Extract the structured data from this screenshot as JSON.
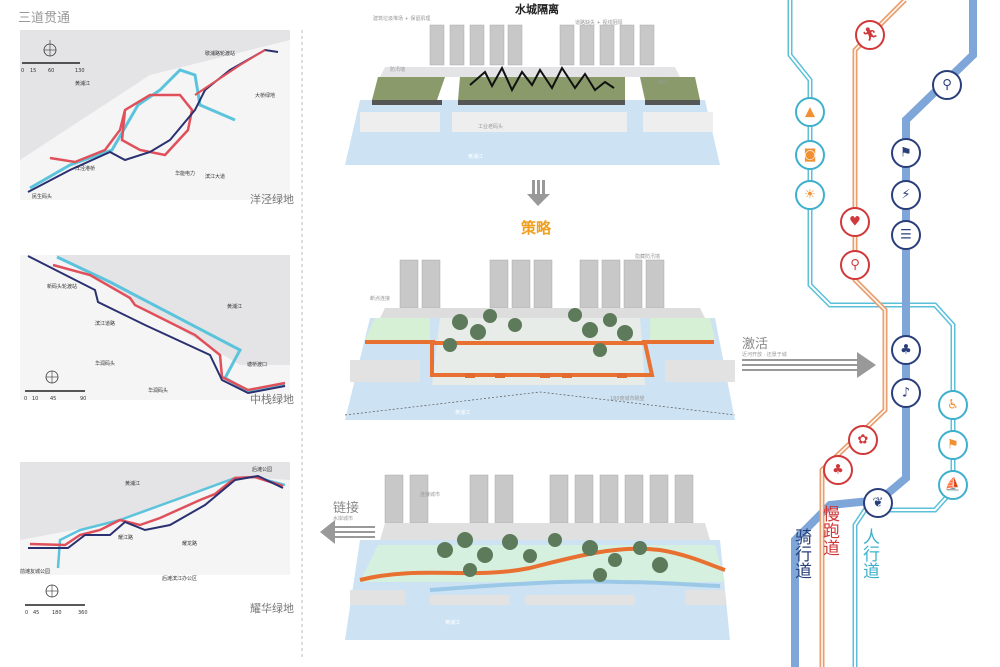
{
  "left": {
    "heading": "三道贯通",
    "map1": {
      "name": "洋泾绿地",
      "scale": [
        "0",
        "15",
        "60",
        "130"
      ],
      "labels": [
        "黄浦江",
        "歇浦路轮渡站",
        "大桥绿地",
        "洋泾港桥",
        "华能电力",
        "滨江大道",
        "民生码头"
      ]
    },
    "map2": {
      "name": "中栈绿地",
      "scale": [
        "0",
        "10",
        "45",
        "90"
      ],
      "labels": [
        "新码头轮渡站",
        "黄浦江",
        "滨江道路",
        "华润码头",
        "华润码头",
        "塘桥渡口"
      ]
    },
    "map3": {
      "name": "耀华绿地",
      "scale": [
        "0",
        "45",
        "180",
        "360"
      ],
      "labels": [
        "黄浦江",
        "后滩公园",
        "耀江路",
        "耀龙路",
        "前滩友城公园",
        "后滩滨江办公区"
      ]
    }
  },
  "center": {
    "d1": {
      "title": "水城隔离",
      "note_left": "建筑垃圾堆场 + 保留肌理",
      "note_right": "道路缺失 + 视线阻隔",
      "wall": "防汛墙",
      "green": "新绿",
      "dock": "工业老码头",
      "river": "黄浦江"
    },
    "strategy": "策略",
    "d2": {
      "note_top": "隐藏防汛墙",
      "note_left": "断点连接",
      "view": "180度城市眺望",
      "river": "黄浦江"
    },
    "d3": {
      "note": "连接城市",
      "river": "黄浦江"
    },
    "activate": {
      "title": "激活",
      "subtitle": "近河开放 · 还景于城"
    },
    "link": {
      "title": "链接",
      "subtitle": "水岸城市"
    }
  },
  "right": {
    "lines": [
      {
        "name": "骑行道",
        "color": "#7ea6d8"
      },
      {
        "name": "慢跑道",
        "color": "#e8a070"
      },
      {
        "name": "人行道",
        "color": "#5bc0d8"
      }
    ],
    "label_colors": {
      "ride": "#2a3f7a",
      "jog": "#d0383a",
      "walk": "#3fb0cc"
    },
    "icons": {
      "runner_red": "🏃︎",
      "bike_blue": "⚲",
      "mountain": "▲",
      "camera": "◙",
      "sun": "☀",
      "runner_blue": "⚑",
      "skater": "⚡",
      "bench": "☰",
      "people": "♥",
      "bike_red": "⚲",
      "tree_blue": "♣",
      "bird": "♪",
      "wheelchair": "♿",
      "hiker": "⚑",
      "boat": "⛵",
      "flower": "✿",
      "tree_red": "♣",
      "leaf": "❦"
    },
    "colors": {
      "red": "#d0383a",
      "navy": "#2a3f7a",
      "cyan": "#3fb0cc",
      "orange": "#f09030"
    }
  }
}
